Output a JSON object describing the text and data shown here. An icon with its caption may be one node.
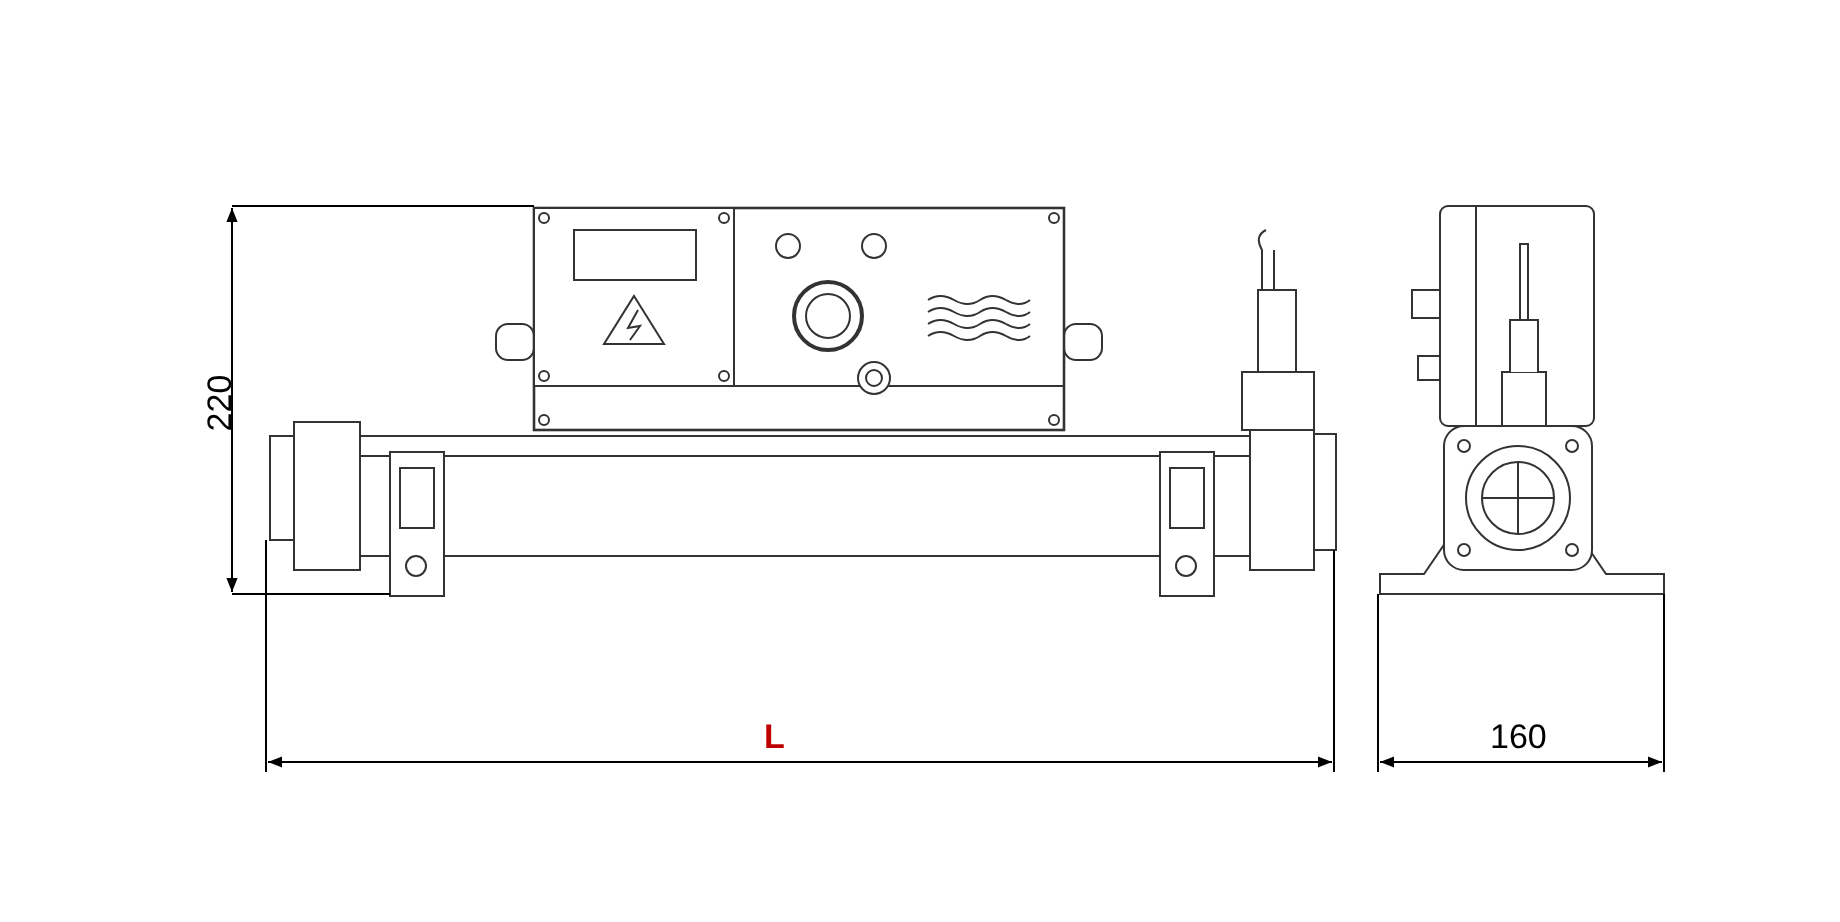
{
  "diagram": {
    "labels": [
      "220",
      "L",
      "160"
    ]
  }
}
